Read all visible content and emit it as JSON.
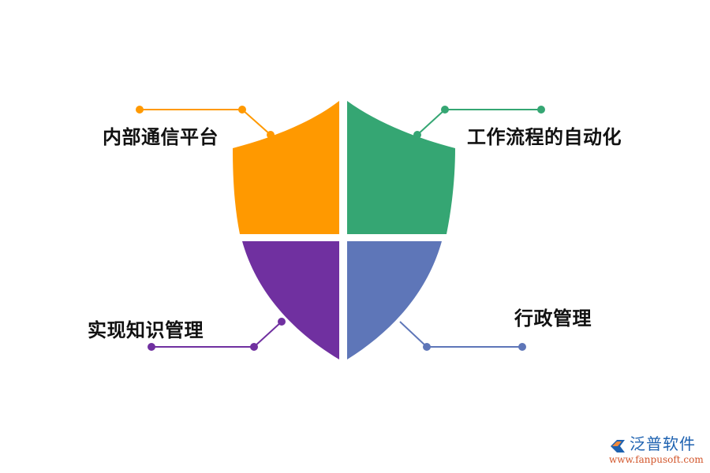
{
  "diagram": {
    "type": "shield-quadrant",
    "quadrants": [
      {
        "id": "top-left",
        "label": "内部通信平台",
        "color": "#FF9900"
      },
      {
        "id": "top-right",
        "label": "工作流程的自动化",
        "color": "#35A673"
      },
      {
        "id": "bottom-left",
        "label": "实现知识管理",
        "color": "#7030A0"
      },
      {
        "id": "bottom-right",
        "label": "行政管理",
        "color": "#5E76B8"
      }
    ]
  },
  "watermark": {
    "name": "泛普软件",
    "url": "www.fanpusoft.com",
    "name_color": "#1E62B0",
    "url_color": "#D2552A"
  }
}
